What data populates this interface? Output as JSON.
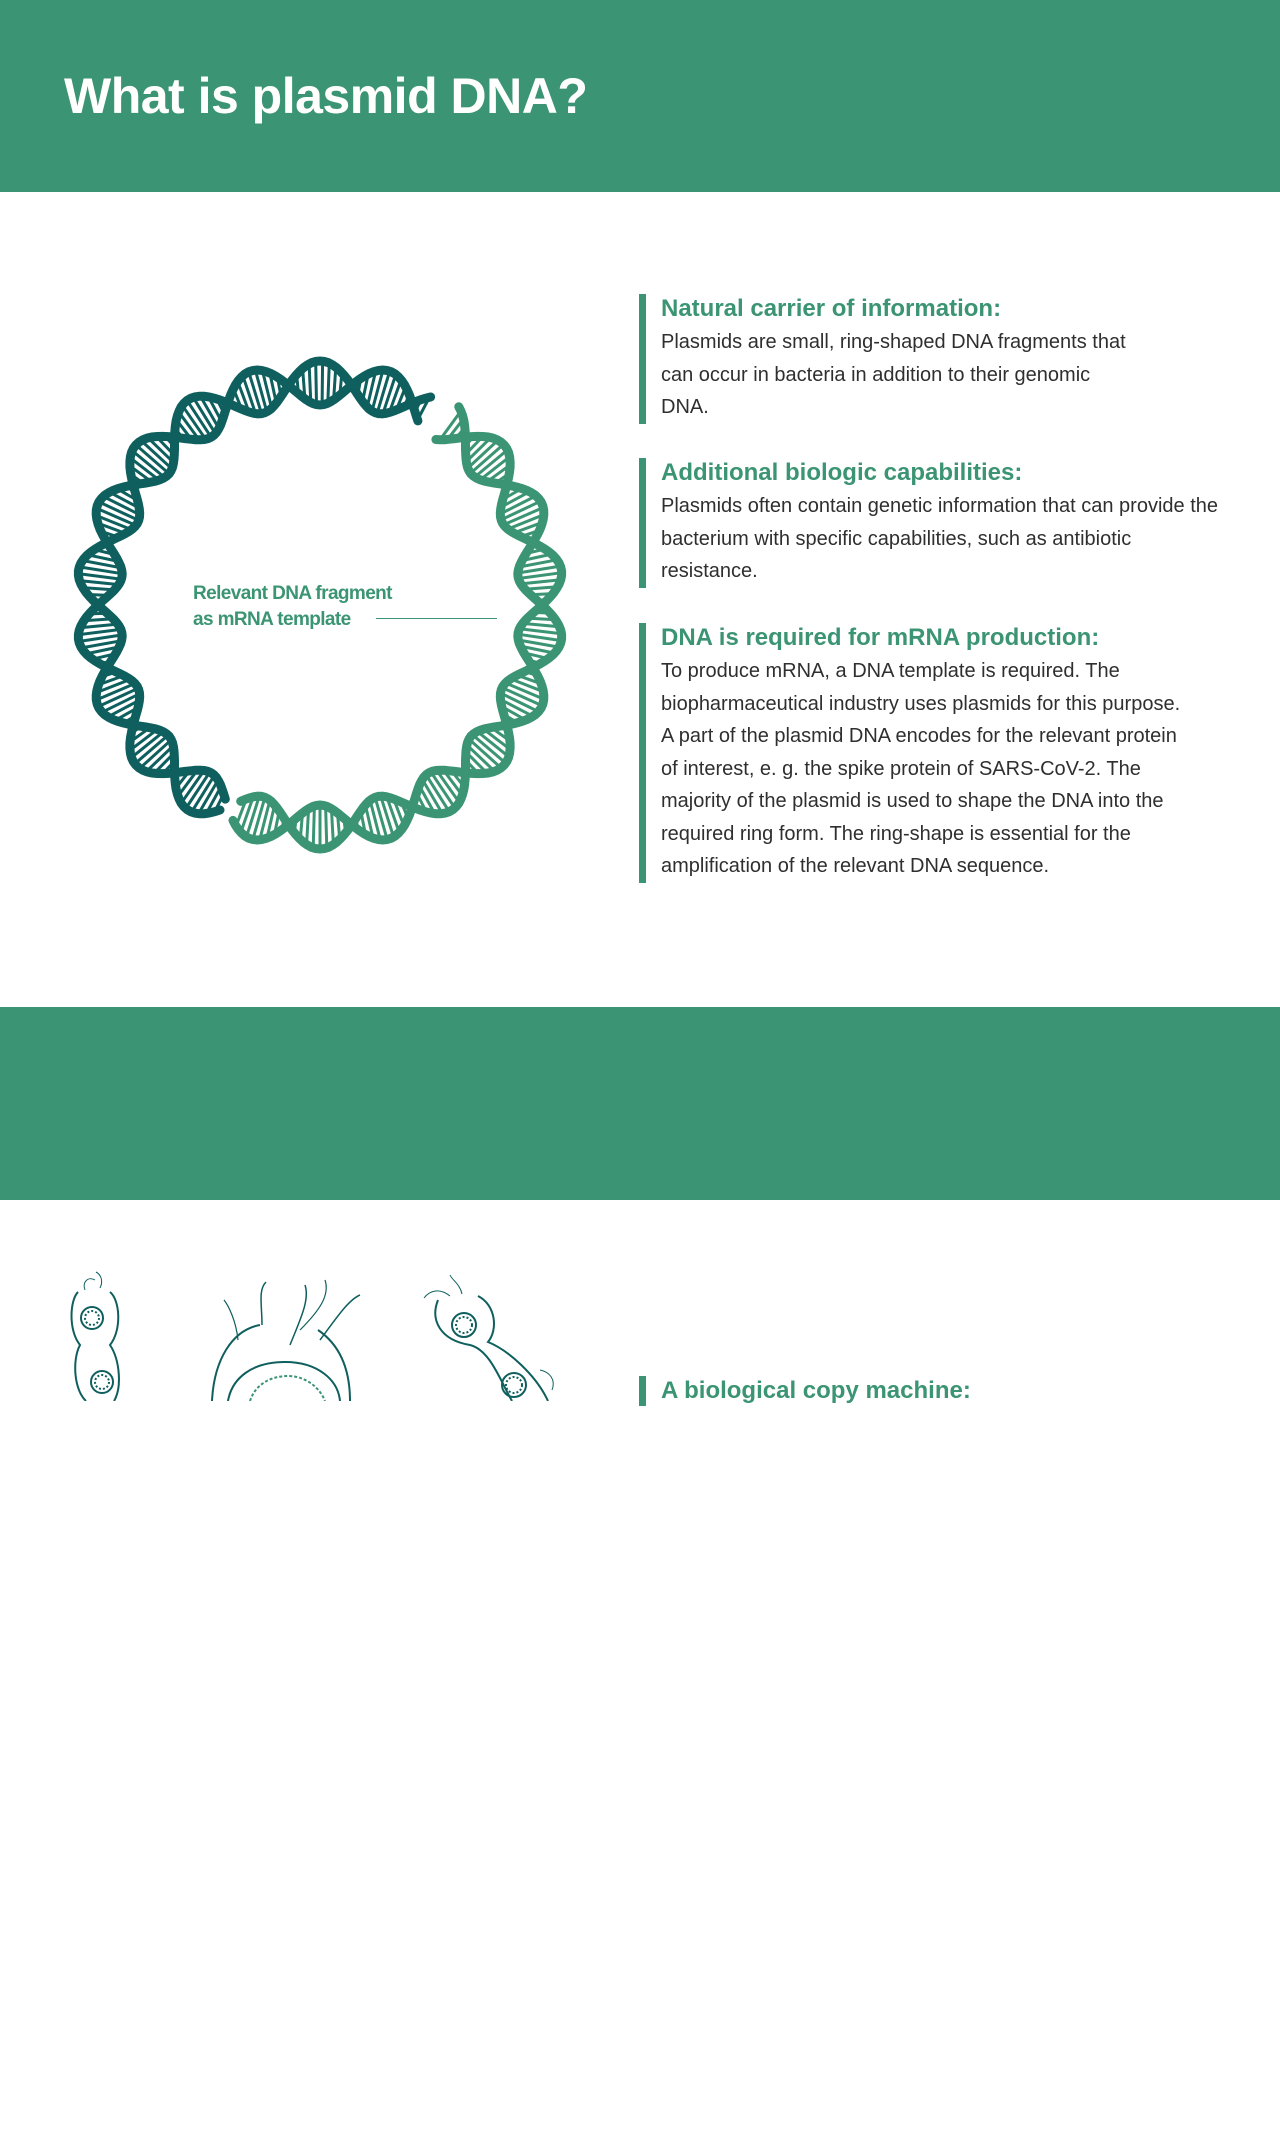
{
  "section1": {
    "title": "What is plasmid DNA?",
    "blocks": [
      {
        "heading": "Natural carrier of information:",
        "text": "Plasmids are small, ring-shaped DNA fragments that can occur in bacteria in addition to their genomic DNA."
      },
      {
        "heading": "Additional biologic capabilities:",
        "text": "Plasmids often contain genetic information that can provide the bacterium with specific capabilities, such as antibiotic resistance."
      },
      {
        "heading": "DNA is required for mRNA production:",
        "text": "To produce mRNA, a DNA template is required. The biopharmaceutical industry uses plasmids for this purpose. A part of the plasmid DNA encodes for the relevant protein of interest, e. g. the spike protein of SARS-CoV-2. The majority of the plasmid is used to shape the DNA into the required ring form. The ring-shape is essential for the amplification of the relevant DNA sequence."
      }
    ],
    "diagram": {
      "label_line1": "Relevant DNA fragment",
      "label_line2": "as mRNA template",
      "dark_color": "#0e5f5e",
      "light_color": "#3b9473"
    }
  },
  "section2": {
    "title": "How does plasmid production work?",
    "blocks": [
      {
        "heading": "A biological copy machine:"
      }
    ],
    "illustration": {
      "stroke_color": "#0e5f5e"
    }
  },
  "colors": {
    "brand_green": "#3b9473",
    "dark_teal": "#0e5f5e",
    "text": "#2f2f2f"
  }
}
